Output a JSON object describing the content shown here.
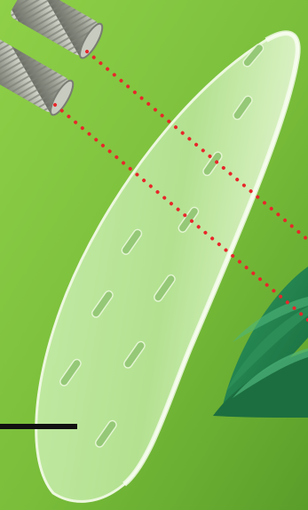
{
  "scene": {
    "colors": {
      "background_light": "#8fd048",
      "background_dark": "#5a9e2a",
      "leaf_light": "#dff5c8",
      "leaf_mid": "#b8e29a",
      "leaf_edge": "#f4fbe9",
      "slot": "#8fc46c",
      "screw": "#b5b8ad",
      "screw_dark": "#6f7268",
      "dotted_line": "#e8262a",
      "dark_leaf": "#1f7a4a",
      "dark_leaf_light": "#3aa46a",
      "scale_bar": "#111111"
    },
    "objects": [
      "screw",
      "screw",
      "perforated-leaf",
      "dark-green-leaves",
      "dotted-guide-lines",
      "scale-bar"
    ]
  }
}
